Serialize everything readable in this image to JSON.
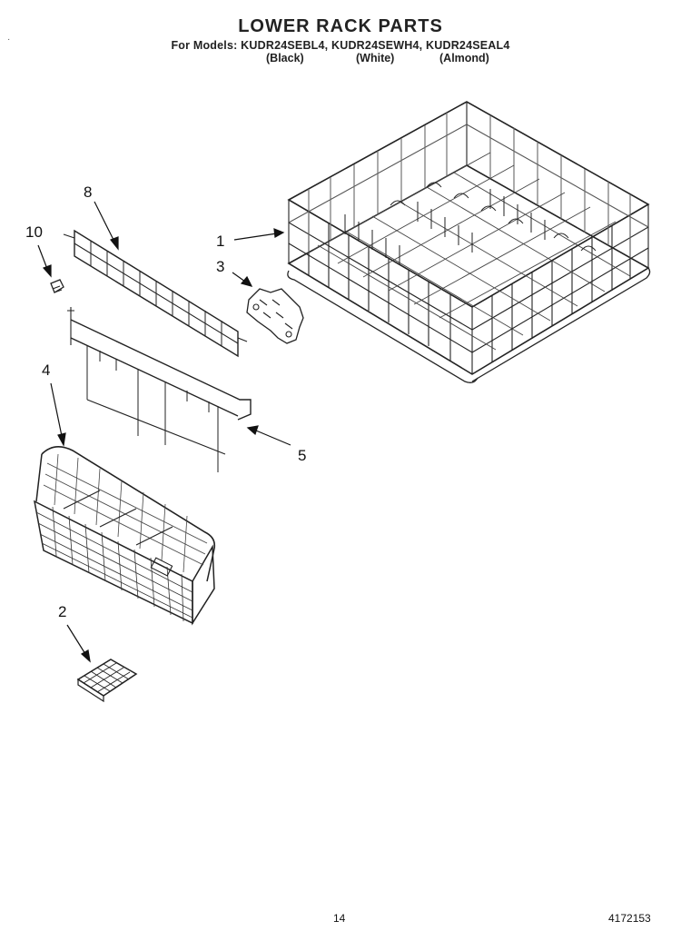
{
  "header": {
    "title": "LOWER RACK PARTS",
    "models": "For Models: KUDR24SEBL4, KUDR24SEWH4, KUDR24SEAL4",
    "colors": [
      "(Black)",
      "(White)",
      "(Almond)"
    ]
  },
  "callouts": [
    "1",
    "2",
    "3",
    "4",
    "5",
    "8",
    "10"
  ],
  "footer": {
    "page_number": "14",
    "doc_number": "4172153"
  },
  "icons": [
    "lower-rack",
    "rack-clip",
    "silverware-basket",
    "basket-lid",
    "rack-slide",
    "rack-insert",
    "screw"
  ]
}
